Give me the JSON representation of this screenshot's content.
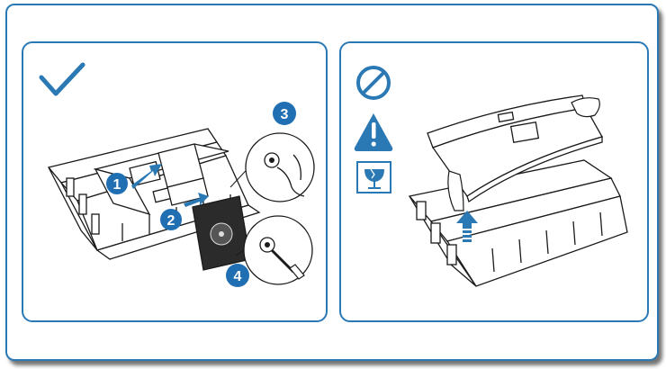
{
  "colors": {
    "accent": "#2a79b5",
    "badge": "#1f6fb2",
    "line": "#1a1a1a"
  },
  "left_panel": {
    "check_icon": "checkmark-icon",
    "steps": [
      "1",
      "2",
      "3",
      "4"
    ]
  },
  "right_panel": {
    "icons": [
      "prohibited-icon",
      "warning-icon",
      "fragile-icon"
    ]
  }
}
